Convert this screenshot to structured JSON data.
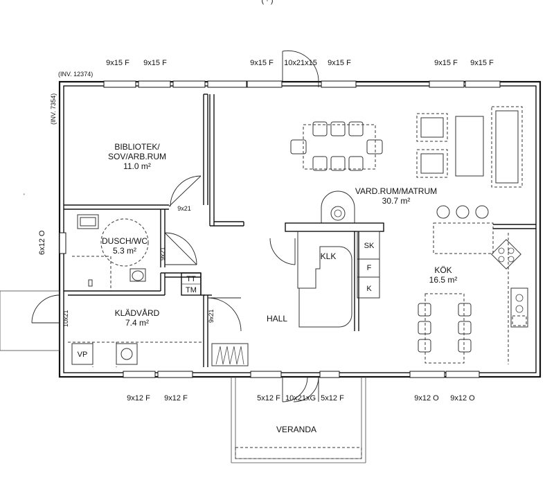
{
  "header": {
    "top_mark": "( · )"
  },
  "inventory": {
    "top": "(INV. 12374)",
    "side": "(INV. 7354)"
  },
  "rooms": {
    "bibliotek": {
      "name_line1": "BIBLIOTEK/",
      "name_line2": "SOV/ARB.RUM",
      "area": "11.0 m²"
    },
    "vardrum": {
      "name": "VARD.RUM/MATRUM",
      "area": "30.7 m²"
    },
    "dusch": {
      "name": "DUSCH/WC",
      "area": "5.3 m²"
    },
    "kladvard": {
      "name": "KLÄDVÅRD",
      "area": "7.4 m²"
    },
    "kok": {
      "name": "KÖK",
      "area": "16.5 m²"
    },
    "hall": {
      "name": "HALL"
    },
    "veranda": {
      "name": "VERANDA"
    }
  },
  "fixtures": {
    "klk": "KLK",
    "sk": "SK",
    "f": "F",
    "k": "K",
    "tt": "TT",
    "tm": "TM",
    "vp": "VP"
  },
  "windows_top": [
    "9x15 F",
    "9x15 F",
    "9x15 F",
    "10x21x15",
    "9x15 F",
    "9x15 F",
    "9x15 F"
  ],
  "windows_bottom": [
    "9x12 F",
    "9x12 F",
    "5x12 F",
    "10x21xG",
    "5x12 F",
    "9x12 O",
    "9x12 O"
  ],
  "window_left": "6x12 O",
  "doors": {
    "bibliotek": "9x21",
    "dusch": "9x21",
    "kladvard_inner": "9x21",
    "entry": "10x21"
  }
}
